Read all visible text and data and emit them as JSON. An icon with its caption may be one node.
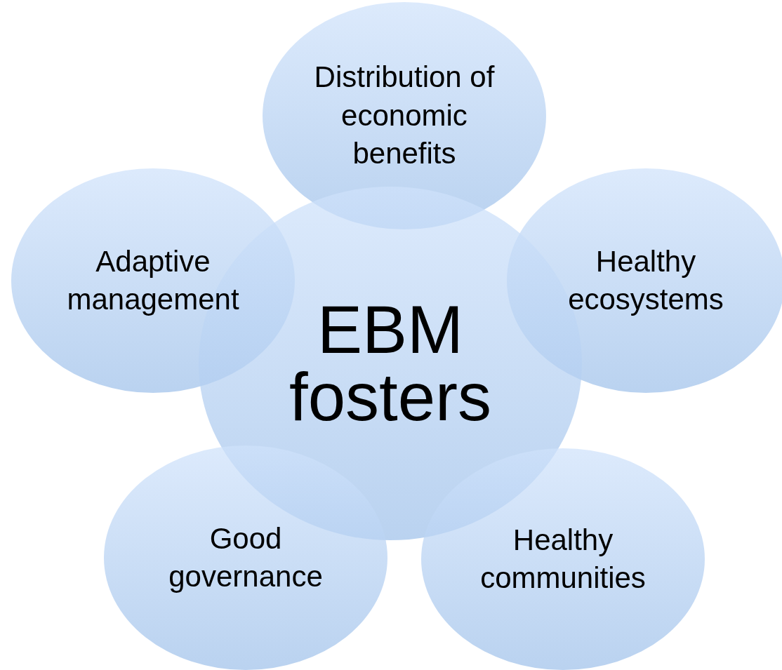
{
  "diagram": {
    "nodes": [
      {
        "text": [
          "Distribution of economic benefits"
        ]
      },
      {
        "text": [
          "Adaptive management"
        ]
      },
      {
        "text": [
          "Healthy ecosystems"
        ]
      },
      {
        "text": [
          "EBM fosters"
        ]
      },
      {
        "text": [
          "Good governance"
        ]
      },
      {
        "text": [
          "Healthy communities"
        ]
      }
    ],
    "edges": []
  }
}
